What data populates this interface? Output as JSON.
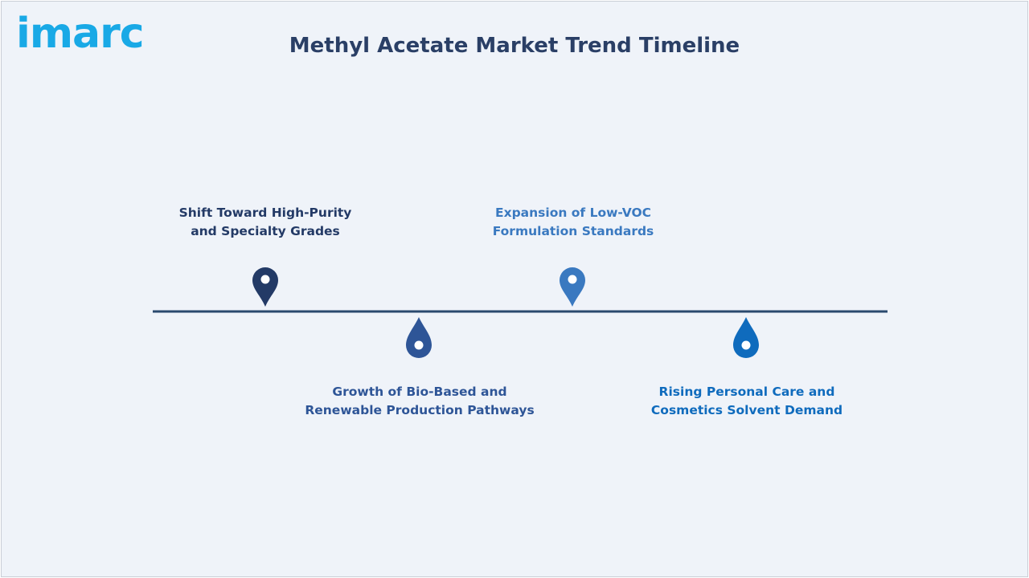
{
  "brand": {
    "logo_text": "imarc",
    "logo_color": "#19a9e6"
  },
  "title": "Methyl Acetate Market Trend Timeline",
  "colors": {
    "background": "#eff3f9",
    "timeline": "#2a4a6e",
    "title": "#2a3f66"
  },
  "milestones": [
    {
      "lines": [
        "Shift Toward High-Purity",
        "and Specialty Grades"
      ],
      "color": "#233a66",
      "icon": "map-pin-icon",
      "side": "above"
    },
    {
      "lines": [
        "Growth of Bio-Based and",
        "Renewable Production Pathways"
      ],
      "color": "#2e5597",
      "icon": "drop-pin-icon",
      "side": "below"
    },
    {
      "lines": [
        "Expansion of Low-VOC",
        "Formulation Standards"
      ],
      "color": "#3a79c0",
      "icon": "map-pin-icon",
      "side": "above"
    },
    {
      "lines": [
        "Rising Personal Care and",
        "Cosmetics Solvent Demand"
      ],
      "color": "#0f6bbd",
      "icon": "drop-pin-icon",
      "side": "below"
    }
  ]
}
